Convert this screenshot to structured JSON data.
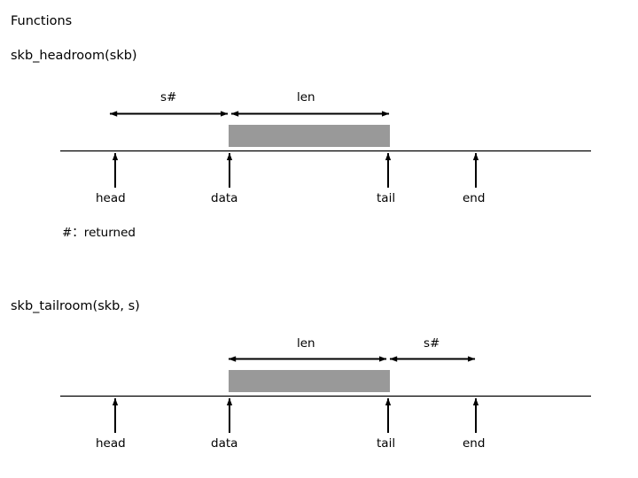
{
  "slide": {
    "title": "Functions",
    "background_color": "#ffffff",
    "ink_color": "#000000",
    "buffer_fill_color": "#999999"
  },
  "sections": [
    {
      "id": "headroom",
      "signature": "skb_headroom(skb)",
      "measures": [
        {
          "id": "headroom-s",
          "label": "s#"
        },
        {
          "id": "headroom-len",
          "label": "len"
        }
      ],
      "pointers": [
        {
          "id": "head",
          "label": "head"
        },
        {
          "id": "data",
          "label": "data"
        },
        {
          "id": "tail",
          "label": "tail"
        },
        {
          "id": "end",
          "label": "end"
        }
      ],
      "legend": "#：returned"
    },
    {
      "id": "tailroom",
      "signature": "skb_tailroom(skb, s)",
      "measures": [
        {
          "id": "tailroom-len",
          "label": "len"
        },
        {
          "id": "tailroom-s",
          "label": "s#"
        }
      ],
      "pointers": [
        {
          "id": "head",
          "label": "head"
        },
        {
          "id": "data",
          "label": "data"
        },
        {
          "id": "tail",
          "label": "tail"
        },
        {
          "id": "end",
          "label": "end"
        }
      ]
    }
  ]
}
